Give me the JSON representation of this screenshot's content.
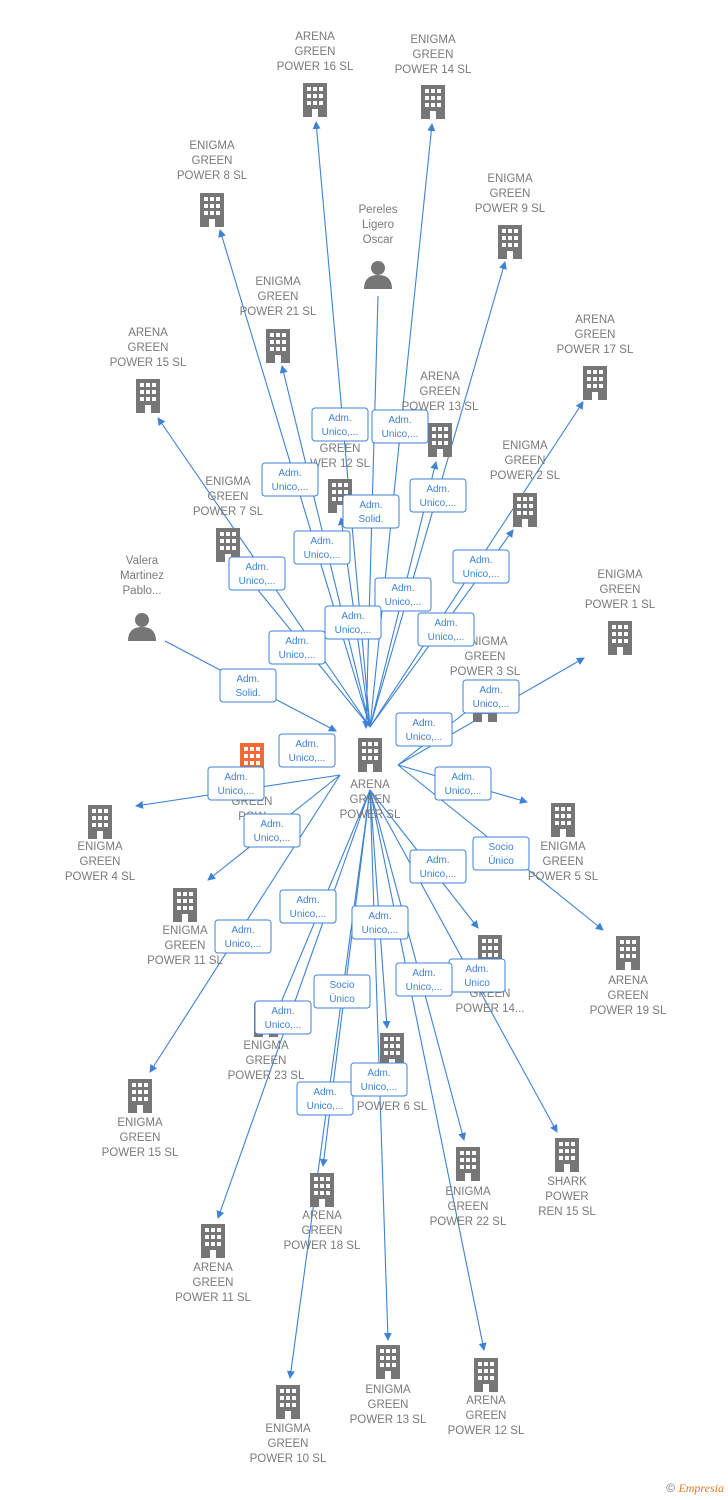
{
  "colors": {
    "edge": "#3d82d6",
    "node": "#767676",
    "highlight": "#f26a36",
    "edge_dark": "#9a9a9a"
  },
  "center": {
    "label": [
      "ARENA",
      "GREEN",
      "POWER  SL"
    ],
    "icon": "building-icon"
  },
  "companies": [
    {
      "id": "arena16",
      "label": [
        "ARENA",
        "GREEN",
        "POWER 16  SL"
      ],
      "icon": "building-icon"
    },
    {
      "id": "enigma14",
      "label": [
        "ENIGMA",
        "GREEN",
        "POWER 14  SL"
      ],
      "icon": "building-icon"
    },
    {
      "id": "enigma8",
      "label": [
        "ENIGMA",
        "GREEN",
        "POWER 8  SL"
      ],
      "icon": "building-icon"
    },
    {
      "id": "enigma9",
      "label": [
        "ENIGMA",
        "GREEN",
        "POWER 9  SL"
      ],
      "icon": "building-icon"
    },
    {
      "id": "enigma21",
      "label": [
        "ENIGMA",
        "GREEN",
        "POWER 21  SL"
      ],
      "icon": "building-icon"
    },
    {
      "id": "arena17",
      "label": [
        "ARENA",
        "GREEN",
        "POWER 17  SL"
      ],
      "icon": "building-icon"
    },
    {
      "id": "arena15a",
      "label": [
        "ARENA",
        "GREEN",
        "POWER 15  SL"
      ],
      "icon": "building-icon"
    },
    {
      "id": "arena13",
      "label": [
        "ARENA",
        "GREEN",
        "POWER 13  SL"
      ],
      "icon": "building-icon"
    },
    {
      "id": "green12",
      "label": [
        "GREEN",
        "WER 12  SL"
      ],
      "icon": "building-icon"
    },
    {
      "id": "enigma2",
      "label": [
        "ENIGMA",
        "GREEN",
        "POWER 2  SL"
      ],
      "icon": "building-icon"
    },
    {
      "id": "enigma7",
      "label": [
        "ENIGMA",
        "GREEN",
        "POWER 7  SL"
      ],
      "icon": "building-icon"
    },
    {
      "id": "enigma1",
      "label": [
        "ENIGMA",
        "GREEN",
        "POWER 1  SL"
      ],
      "icon": "building-icon"
    },
    {
      "id": "enigma3",
      "label": [
        "ENIGMA",
        "GREEN",
        "POWER 3  SL"
      ],
      "icon": "building-icon"
    },
    {
      "id": "highlight",
      "label": [
        "A",
        "GREEN",
        "POW"
      ],
      "icon": "building-icon"
    },
    {
      "id": "enigma4",
      "label": [
        "ENIGMA",
        "GREEN",
        "POWER 4  SL"
      ],
      "icon": "building-icon"
    },
    {
      "id": "enigma5",
      "label": [
        "ENIGMA",
        "GREEN",
        "POWER 5  SL"
      ],
      "icon": "building-icon"
    },
    {
      "id": "enigma11",
      "label": [
        "ENIGMA",
        "GREEN",
        "POWER 11  SL"
      ],
      "icon": "building-icon"
    },
    {
      "id": "arena19",
      "label": [
        "ARENA",
        "GREEN",
        "POWER 19  SL"
      ],
      "icon": "building-icon"
    },
    {
      "id": "power14",
      "label": [
        "A",
        "GREEN",
        "POWER 14..."
      ],
      "icon": "building-icon"
    },
    {
      "id": "enigma23",
      "label": [
        "ENIGMA",
        "GREEN",
        "POWER 23  SL"
      ],
      "icon": "building-icon"
    },
    {
      "id": "power6",
      "label": [
        "POWER 6  SL"
      ],
      "icon": "building-icon"
    },
    {
      "id": "arena15b",
      "label": [
        "ENIGMA",
        "GREEN",
        "POWER 15  SL"
      ],
      "icon": "building-icon"
    },
    {
      "id": "arena18",
      "label": [
        "ARENA",
        "GREEN",
        "POWER 18  SL"
      ],
      "icon": "building-icon"
    },
    {
      "id": "enigma22",
      "label": [
        "ENIGMA",
        "GREEN",
        "POWER 22  SL"
      ],
      "icon": "building-icon"
    },
    {
      "id": "shark15",
      "label": [
        "SHARK",
        "POWER",
        "REN 15  SL"
      ],
      "icon": "building-icon"
    },
    {
      "id": "arena11",
      "label": [
        "ARENA",
        "GREEN",
        "POWER 11  SL"
      ],
      "icon": "building-icon"
    },
    {
      "id": "enigma13",
      "label": [
        "ENIGMA",
        "GREEN",
        "POWER 13  SL"
      ],
      "icon": "building-icon"
    },
    {
      "id": "arena12",
      "label": [
        "ARENA",
        "GREEN",
        "POWER 12  SL"
      ],
      "icon": "building-icon"
    },
    {
      "id": "enigma10",
      "label": [
        "ENIGMA",
        "GREEN",
        "POWER 10  SL"
      ],
      "icon": "building-icon"
    }
  ],
  "persons": [
    {
      "id": "pereles",
      "label": [
        "Pereles",
        "Ligero",
        "Oscar"
      ],
      "icon": "person-icon"
    },
    {
      "id": "valera",
      "label": [
        "Valera",
        "Martinez",
        "Pablo..."
      ],
      "icon": "person-icon"
    }
  ],
  "edge_tags": [
    [
      "Adm.",
      "Unico,..."
    ],
    [
      "Adm.",
      "Unico,..."
    ],
    [
      "Adm.",
      "Unico,..."
    ],
    [
      "Adm.",
      "Solid."
    ],
    [
      "Adm.",
      "Unico,..."
    ],
    [
      "Adm.",
      "Unico,..."
    ],
    [
      "Adm.",
      "Unico,..."
    ],
    [
      "Adm.",
      "Unico,..."
    ],
    [
      "Adm.",
      "Unico,..."
    ],
    [
      "Adm.",
      "Unico,..."
    ],
    [
      "Adm.",
      "Unico,..."
    ],
    [
      "Adm.",
      "Unico,..."
    ],
    [
      "Adm.",
      "Unico,..."
    ],
    [
      "Adm.",
      "Solid."
    ],
    [
      "Adm.",
      "Unico,..."
    ],
    [
      "Adm.",
      "Unico,..."
    ],
    [
      "Adm.",
      "Unico,..."
    ],
    [
      "Adm.",
      "Unico,..."
    ],
    [
      "Socio",
      "Único"
    ],
    [
      "Adm.",
      "Unico,..."
    ],
    [
      "Adm.",
      "Unico,..."
    ],
    [
      "Adm.",
      "Unico,..."
    ],
    [
      "Adm.",
      "Unico,..."
    ],
    [
      "Adm.",
      "Unico,..."
    ],
    [
      "Adm.",
      "Unico"
    ],
    [
      "Adm.",
      "Unico,..."
    ],
    [
      "Socio",
      "Único"
    ],
    [
      "Adm.",
      "Unico,..."
    ],
    [
      "Adm.",
      "Unico,..."
    ],
    [
      "Adm.",
      "Unico,..."
    ]
  ],
  "footer": {
    "copyright": "©",
    "brand": "Empresia"
  }
}
